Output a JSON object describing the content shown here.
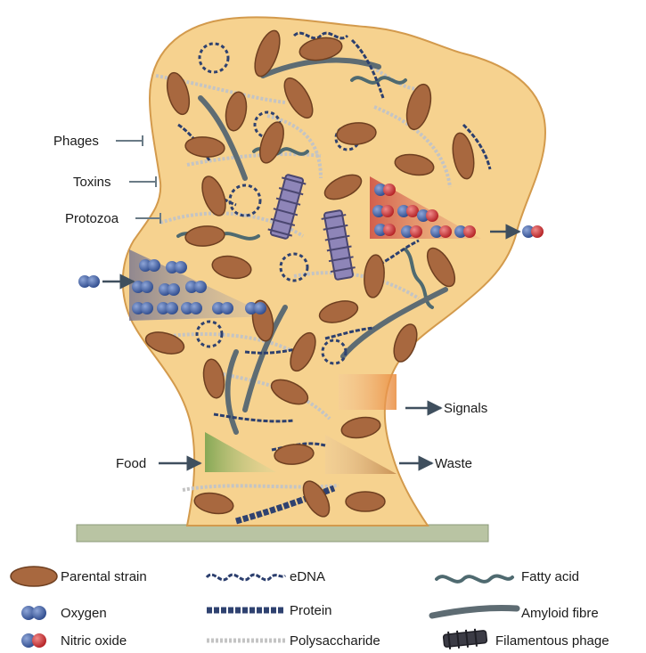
{
  "inhibitors": [
    "Phages",
    "Toxins",
    "Protozoa"
  ],
  "flows": {
    "food": "Food",
    "signals": "Signals",
    "waste": "Waste"
  },
  "legend": [
    {
      "key": "parental_strain",
      "label": "Parental strain"
    },
    {
      "key": "oxygen",
      "label": "Oxygen"
    },
    {
      "key": "nitric_oxide",
      "label": "Nitric oxide"
    },
    {
      "key": "edna",
      "label": "eDNA"
    },
    {
      "key": "protein",
      "label": "Protein"
    },
    {
      "key": "polysaccharide",
      "label": "Polysaccharide"
    },
    {
      "key": "fatty_acid",
      "label": "Fatty acid"
    },
    {
      "key": "amyloid_fibre",
      "label": "Amyloid fibre"
    },
    {
      "key": "filamentous_phage",
      "label": "Filamentous phage"
    }
  ],
  "colors": {
    "biofilm_fill": "#f6d28f",
    "biofilm_stroke": "#d39a4c",
    "cell_fill": "#a8683f",
    "cell_stroke": "#6e3f20",
    "oxygen": "#3d5a9c",
    "nitric_oxide_red": "#c6282b",
    "substrate": "#b9c4a3",
    "edna": "#2c3f6e",
    "polysaccharide": "#c4c4c4",
    "fatty_acid": "#4f6a70",
    "amyloid": "#5e6c73",
    "phage_body": "#8e85b8",
    "arrow": "#3f4f5e"
  }
}
